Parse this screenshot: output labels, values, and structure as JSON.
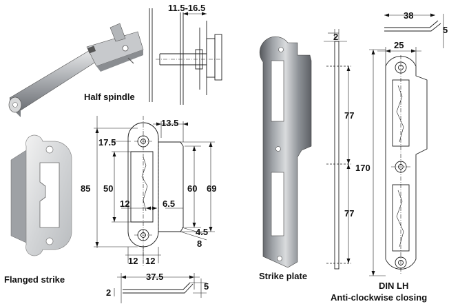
{
  "captions": {
    "half_spindle": "Half spindle",
    "flanged_strike": "Flanged strike",
    "strike_plate": "Strike plate",
    "din_lh": "DIN LH",
    "closing": "Anti-clockwise closing"
  },
  "dimensions": {
    "spindle_gap": "11.5-16.5",
    "flange_top": "13.5",
    "flange_17_5": "17.5",
    "flange_85": "85",
    "flange_50": "50",
    "flange_12_mid": "12",
    "flange_6_5": "6.5",
    "flange_60": "60",
    "flange_69": "69",
    "flange_4_5": "4.5",
    "flange_8": "8",
    "flange_12_a": "12",
    "flange_12_b": "12",
    "flange_37_5": "37.5",
    "flange_5": "5",
    "flange_2": "2",
    "strike_2": "2",
    "strike_77_a": "77",
    "strike_77_b": "77",
    "din_38": "38",
    "din_5": "5",
    "din_25": "25",
    "din_170": "170"
  }
}
